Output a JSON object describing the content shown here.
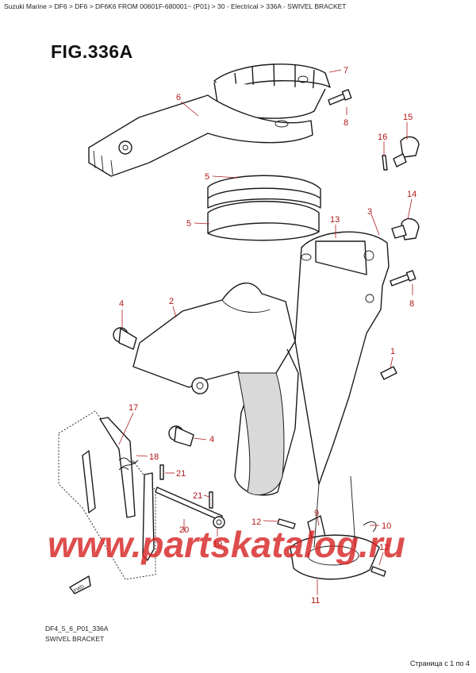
{
  "breadcrumb": "Suzuki Marine > DF6 > DF6 > DF6K6 FROM 00601F-680001~ (P01) > 30 - Electrical > 336A - SWIVEL BRACKET",
  "figure_title": "FIG.336A",
  "callouts": {
    "c7": "7",
    "c6": "6",
    "c8a": "8",
    "c15": "15",
    "c16": "16",
    "c5a": "5",
    "c5b": "5",
    "c14": "14",
    "c13": "13",
    "c3": "3",
    "c8b": "8",
    "c4a": "4",
    "c2": "2",
    "c1": "1",
    "c17": "17",
    "c4b": "4",
    "c18": "18",
    "c21a": "21",
    "c21b": "21",
    "c12a": "12",
    "c9": "9",
    "c10": "10",
    "c20": "20",
    "c19": "19",
    "c12b": "12",
    "c11": "11"
  },
  "watermark": "www.partskatalog.ru",
  "fwd_label": "FWD",
  "footer": {
    "code": "DF4_5_6_P01_336A",
    "name": "SWIVEL BRACKET",
    "pager": "Страница с 1 по 4"
  }
}
